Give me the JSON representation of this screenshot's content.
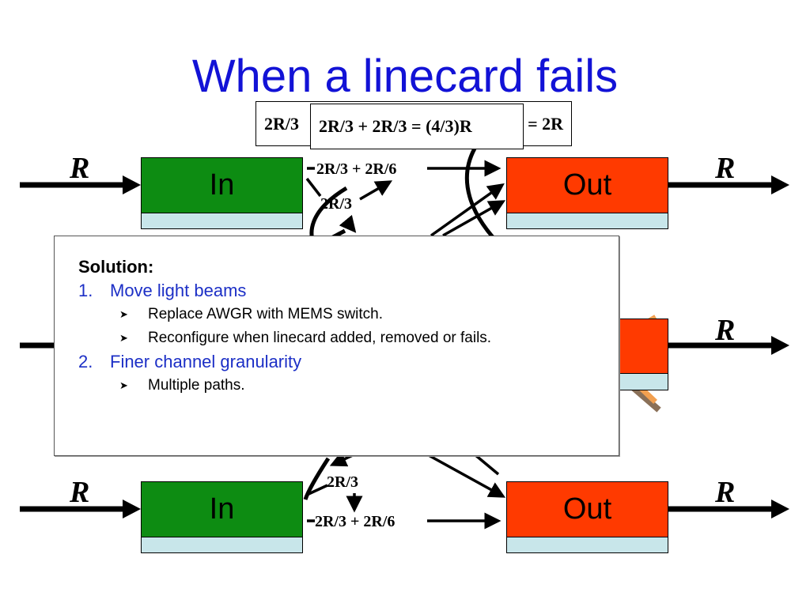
{
  "slide": {
    "title": "When a linecard fails"
  },
  "equations": {
    "back_left": "2R/3",
    "back_right": "= 2R",
    "front": "2R/3 + 2R/3 = (4/3)R"
  },
  "linecards": {
    "in_top": "In",
    "out_top": "Out",
    "in_bottom": "In",
    "out_bottom": "Out"
  },
  "rates": {
    "left_top": "R",
    "right_top": "R",
    "right_middle": "R",
    "left_bottom": "R",
    "right_bottom": "R"
  },
  "flow_labels": {
    "top_sum": "2R/3 + 2R/6",
    "top_mid": "2R/3",
    "bottom_mid": "2R/3",
    "bottom_sum": "2R/3 + 2R/6"
  },
  "solution": {
    "heading": "Solution:",
    "items": [
      {
        "number": "1.",
        "label": "Move light beams",
        "subitems": [
          "Replace AWGR with MEMS switch.",
          "Reconfigure when linecard added, removed or fails."
        ]
      },
      {
        "number": "2.",
        "label": "Finer channel granularity",
        "subitems": [
          "Multiple paths."
        ]
      }
    ]
  },
  "colors": {
    "title": "#1212d6",
    "in_card": "#0d8c12",
    "out_card": "#ff3a00",
    "card_base": "#c8e6ea",
    "solution_item": "#1c2fc6",
    "mems_orange": "#f2a050",
    "mems_shadow": "#8a7058"
  }
}
